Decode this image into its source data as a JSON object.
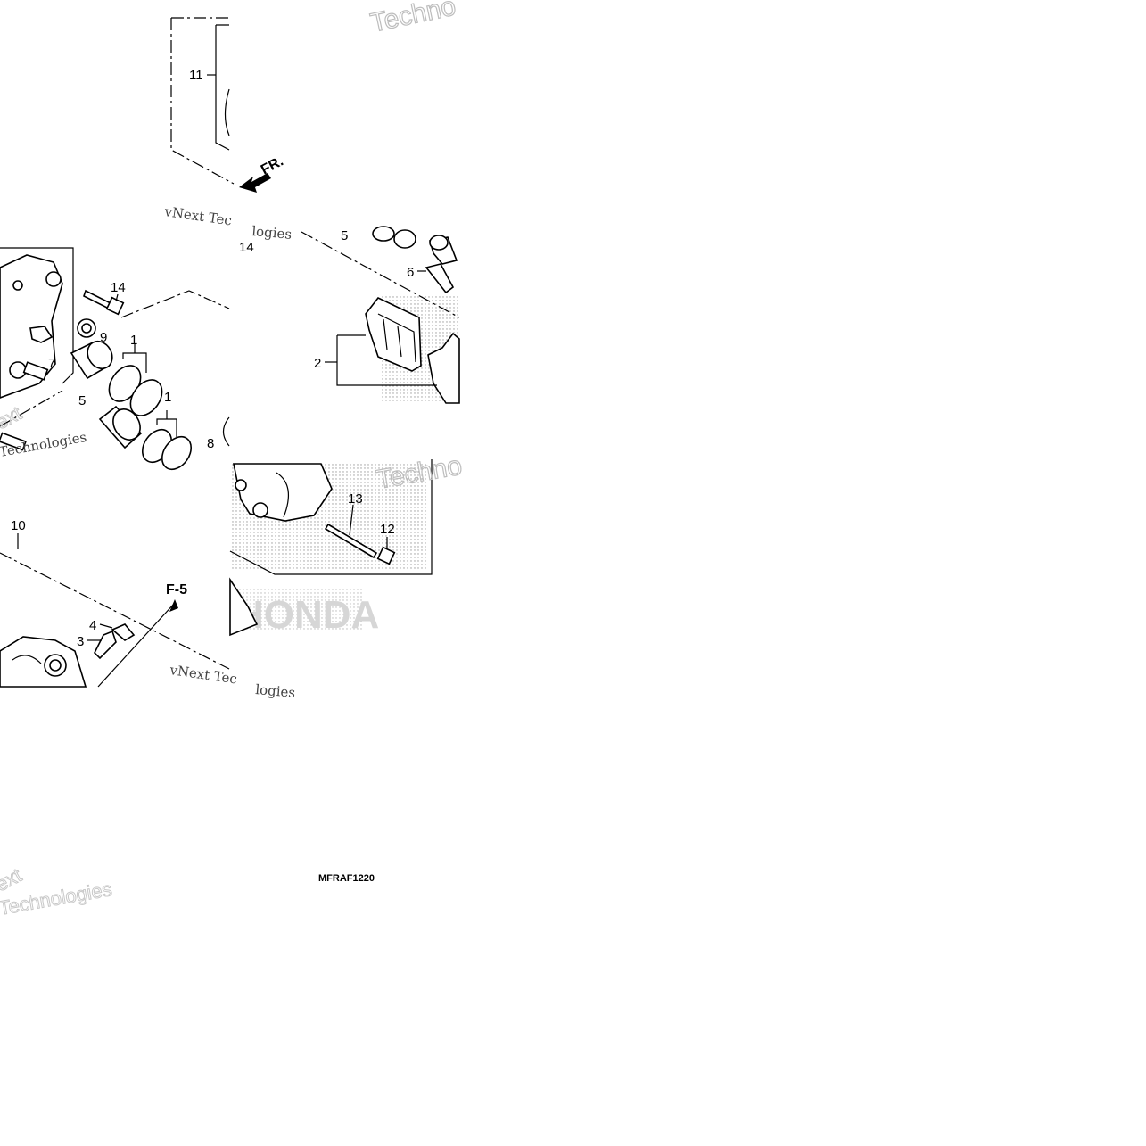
{
  "diagram": {
    "callouts": {
      "c11": "11",
      "c14a": "14",
      "c14b": "14",
      "c5a": "5",
      "c5b": "5",
      "c6": "6",
      "c9": "9",
      "c1a": "1",
      "c1b": "1",
      "c7": "7",
      "c2": "2",
      "c8": "8",
      "c13": "13",
      "c12": "12",
      "c10": "10",
      "c4": "4",
      "c3": "3"
    },
    "direction_label": "FR.",
    "reference": "F-5",
    "drawing_code": "MFRAF1220",
    "brand_mark": "HONDA",
    "watermarks": {
      "w_tech_top": "Techno",
      "w_vnext_1": "vNext Tec",
      "w_logies_1": "logies",
      "w_ext_1": "ext",
      "w_tech_1": "Technologies",
      "w_tech_mid": "Techno",
      "w_vnext_2": "vNext Tec",
      "w_logies_2": "logies",
      "w_ext_2": "ext",
      "w_tech_2": "Technologies"
    }
  }
}
